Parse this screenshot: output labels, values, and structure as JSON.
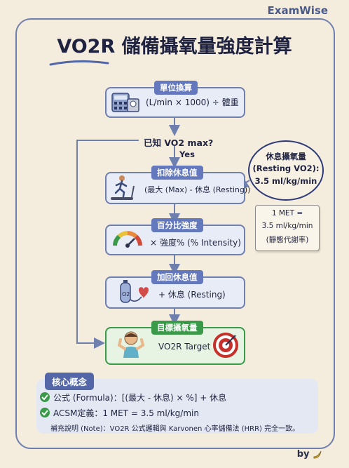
{
  "brand": "ExamWise",
  "title": "VO2R 儲備攝氧量強度計算",
  "steps": [
    {
      "label": "單位換算",
      "text": "(L/min × 1000) ÷ 體重",
      "icon": "scale-calculator-icon"
    },
    {
      "label": "扣除休息值",
      "text": "(最大 (Max) - 休息 (Resting))",
      "icon": "treadmill-runner-icon"
    },
    {
      "label": "百分比強度",
      "text": "× 強度% (% Intensity)",
      "icon": "intensity-gauge-icon"
    },
    {
      "label": "加回休息值",
      "text": "+ 休息 (Resting)",
      "icon": "oxygen-tank-heart-icon"
    },
    {
      "label": "目標攝氧量",
      "text": "VO2R Target",
      "icon": "target-icon"
    }
  ],
  "decision": {
    "question": "已知 VO2 max?",
    "yes": "Yes"
  },
  "resting_note": {
    "line1": "休息攝氧量",
    "line2": "(Resting VO2):",
    "line3": "3.5 ml/kg/min"
  },
  "met_note": {
    "line1": "1 MET =",
    "line2": "3.5 ml/kg/min",
    "line3": "(靜態代謝率)"
  },
  "core": {
    "label": "核心概念",
    "formula": "公式 (Formula)：[(最大 - 休息) × %] + 休息",
    "acsm": "ACSM定義：1 MET = 3.5 ml/kg/min",
    "note": "補充說明 (Note)：VO2R 公式邏輯與 Karvonen 心率儲備法 (HRR) 完全一致。"
  },
  "footer": {
    "by": "by"
  },
  "colors": {
    "accent": "#6478bd",
    "goal": "#3a9a4a",
    "background": "#f4ecdc",
    "border": "#6f7fae"
  }
}
